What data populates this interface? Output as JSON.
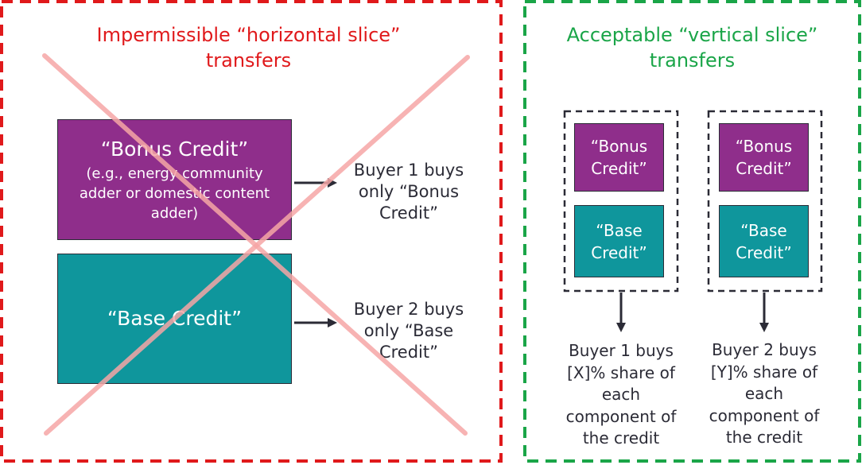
{
  "colors": {
    "red": "#e0191b",
    "green": "#1aa548",
    "purple": "#8f2e8b",
    "teal": "#0f969c",
    "dark": "#2b2b36",
    "cross": "#f6a6a6"
  },
  "left_panel": {
    "title_line1": "Impermissible “horizontal slice”",
    "title_line2": "transfers",
    "bonus_box": {
      "title": "“Bonus Credit”",
      "subtitle": "(e.g., energy community\nadder or domestic content\nadder)"
    },
    "base_box": {
      "title": "“Base Credit”"
    },
    "buyer1_text": "Buyer 1  buys\nonly “Bonus\nCredit”",
    "buyer2_text": "Buyer 2 buys\nonly “Base\nCredit”"
  },
  "right_panel": {
    "title_line1": "Acceptable “vertical slice”",
    "title_line2": "transfers",
    "group1": {
      "bonus_label": "“Bonus\nCredit”",
      "base_label": "“Base\nCredit”",
      "buyer_text": "Buyer 1 buys\n[X]% share of\neach\ncomponent of\nthe credit"
    },
    "group2": {
      "bonus_label": "“Bonus\nCredit”",
      "base_label": "“Base\nCredit”",
      "buyer_text": "Buyer 2 buys\n[Y]% share of\neach\ncomponent of\nthe credit"
    }
  }
}
